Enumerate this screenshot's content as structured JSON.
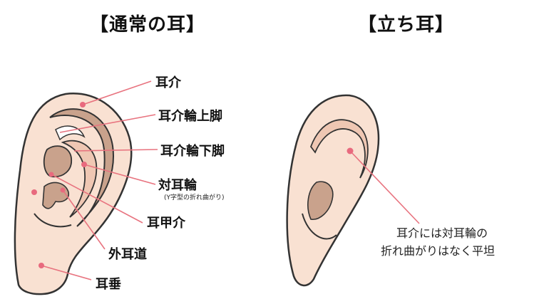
{
  "titles": {
    "normal": "【通常の耳】",
    "protruding": "【立ち耳】"
  },
  "labels": {
    "auricle": "耳介",
    "superior_crus": "耳介輪上脚",
    "inferior_crus": "耳介輪下脚",
    "antihelix": "対耳輪",
    "antihelix_note": "(Y字型の折れ曲がり)",
    "concha": "耳甲介",
    "ear_canal": "外耳道",
    "earlobe": "耳垂"
  },
  "caption": {
    "line1": "耳介には対耳輪の",
    "line2": "折れ曲がりはなく平坦"
  },
  "colors": {
    "skin": "#f9e1d2",
    "skin_shadow": "#efc7b3",
    "inner_shade": "#c9a28c",
    "outline": "#333333",
    "pointer": "#e8737f",
    "dot": "#e86a7e"
  }
}
